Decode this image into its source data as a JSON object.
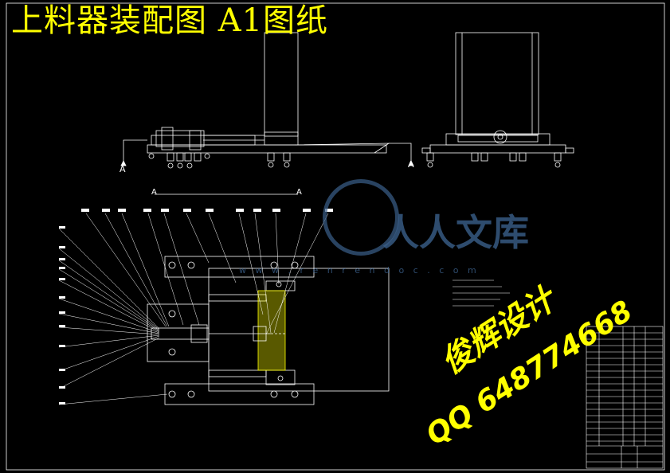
{
  "title": "上料器装配图  A1图纸",
  "stamp": {
    "name": "俊辉设计",
    "qq": "QQ  648774668"
  },
  "watermark": {
    "logo": "人人文库",
    "url": "w w w . r e n r e n d o c . c o m"
  },
  "section_marks": {
    "left": "A",
    "right": "A",
    "line_left": "A",
    "line_right": "A"
  },
  "colors": {
    "background": "#000000",
    "lines": "#ffffff",
    "title": "#ffff00",
    "watermark": "#3a5f8a",
    "hatch": "#ffff00"
  }
}
